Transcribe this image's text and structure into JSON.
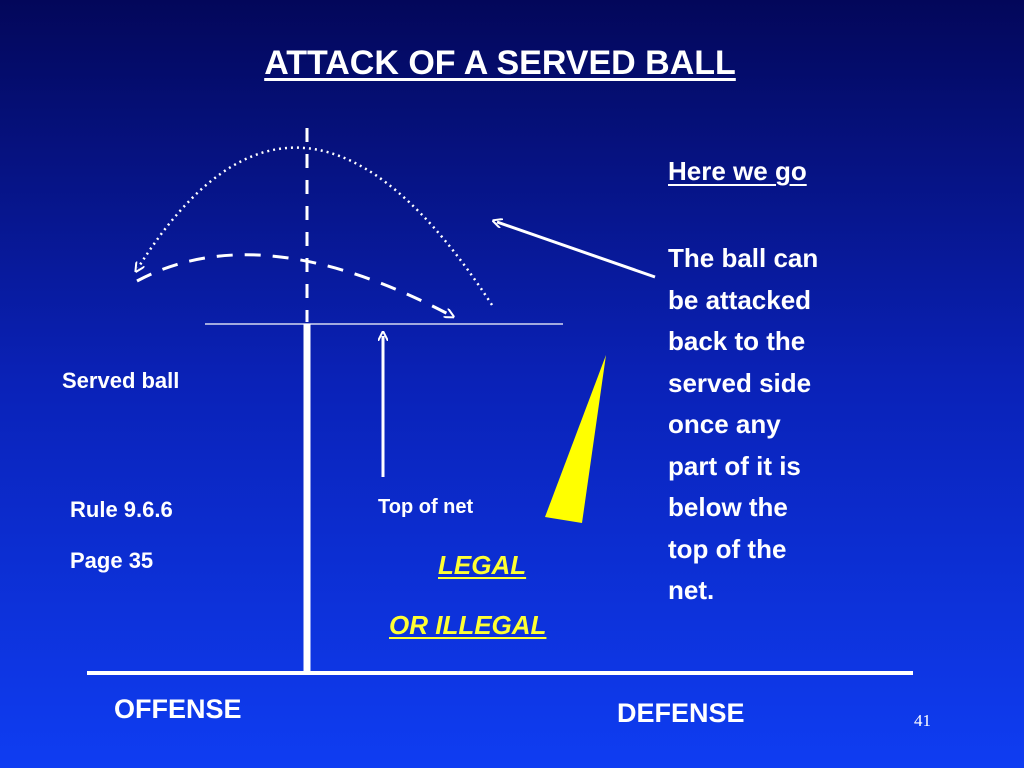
{
  "title": "ATTACK OF A SERVED BALL",
  "labels": {
    "served_ball": "Served ball",
    "rule": "Rule 9.6.6",
    "page": "Page  35",
    "top_of_net": "Top of net",
    "legal": "LEGAL",
    "or_illegal": "OR  ILLEGAL",
    "offense": "OFFENSE",
    "defense": "DEFENSE",
    "slide_number": "41"
  },
  "explanation": {
    "heading": "Here we go",
    "lines": [
      "The ball can",
      "be attacked",
      "back to the",
      "served side",
      "once any",
      "part of it is",
      "below the",
      "top of the",
      "net."
    ]
  },
  "colors": {
    "background_top": "#03075a",
    "background_bottom": "#0f3df2",
    "text": "#ffffff",
    "highlight": "#ffff33"
  }
}
